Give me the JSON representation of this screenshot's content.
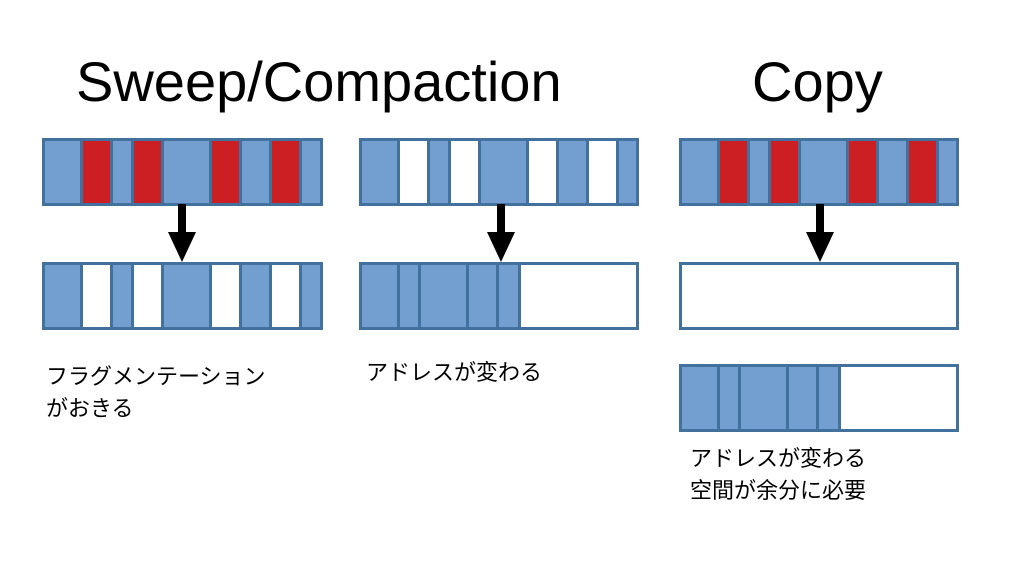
{
  "titles": {
    "sweep_compaction": "Sweep/Compaction",
    "copy": "Copy"
  },
  "colors": {
    "live_object": "#729fcf",
    "dead_object": "#cc1f24",
    "free_space": "#ffffff",
    "border": "#41719c",
    "arrow": "#000000"
  },
  "captions": {
    "sweep": [
      "フラグメンテーション",
      "がおきる"
    ],
    "compaction": [
      "アドレスが変わる"
    ],
    "copy": [
      "アドレスが変わる",
      "空間が余分に必要"
    ]
  }
}
